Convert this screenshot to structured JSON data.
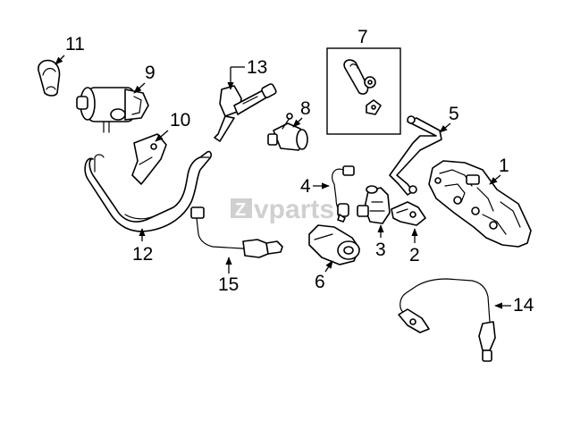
{
  "watermark": {
    "mark": "Z",
    "text": "vparts",
    "color": "#c8c8c8"
  },
  "callouts": {
    "c1": "1",
    "c2": "2",
    "c3": "3",
    "c4": "4",
    "c5": "5",
    "c6": "6",
    "c7": "7",
    "c8": "8",
    "c9": "9",
    "c10": "10",
    "c11": "11",
    "c12": "12",
    "c13": "13",
    "c14": "14",
    "c15": "15"
  }
}
